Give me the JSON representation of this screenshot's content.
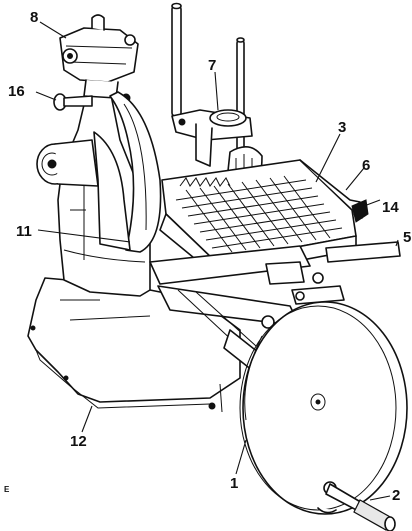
{
  "diagram": {
    "callouts": [
      "8",
      "16",
      "7",
      "3",
      "6",
      "14",
      "5",
      "11",
      "12",
      "1",
      "2"
    ],
    "edge_text": "E"
  }
}
